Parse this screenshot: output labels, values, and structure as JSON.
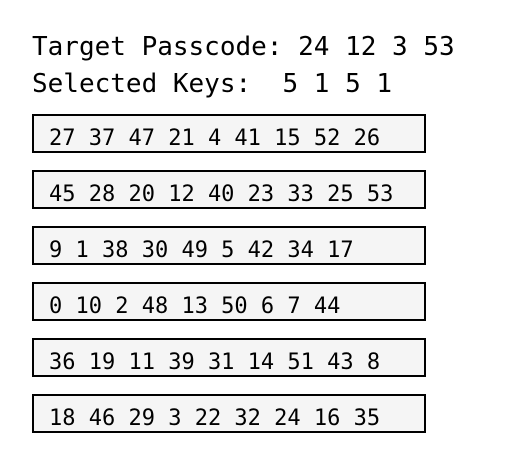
{
  "target": {
    "label": "Target Passcode:",
    "value": "24 12 3 53"
  },
  "selected": {
    "label": "Selected Keys:",
    "value": "5 1 5 1"
  },
  "rows": [
    "27 37 47 21 4 41 15 52 26",
    "45 28 20 12 40 23 33 25 53",
    "9 1 38 30 49 5 42 34 17",
    "0 10 2 48 13 50 6 7 44",
    "36 19 11 39 31 14 51 43 8",
    "18 46 29 3 22 32 24 16 35"
  ]
}
